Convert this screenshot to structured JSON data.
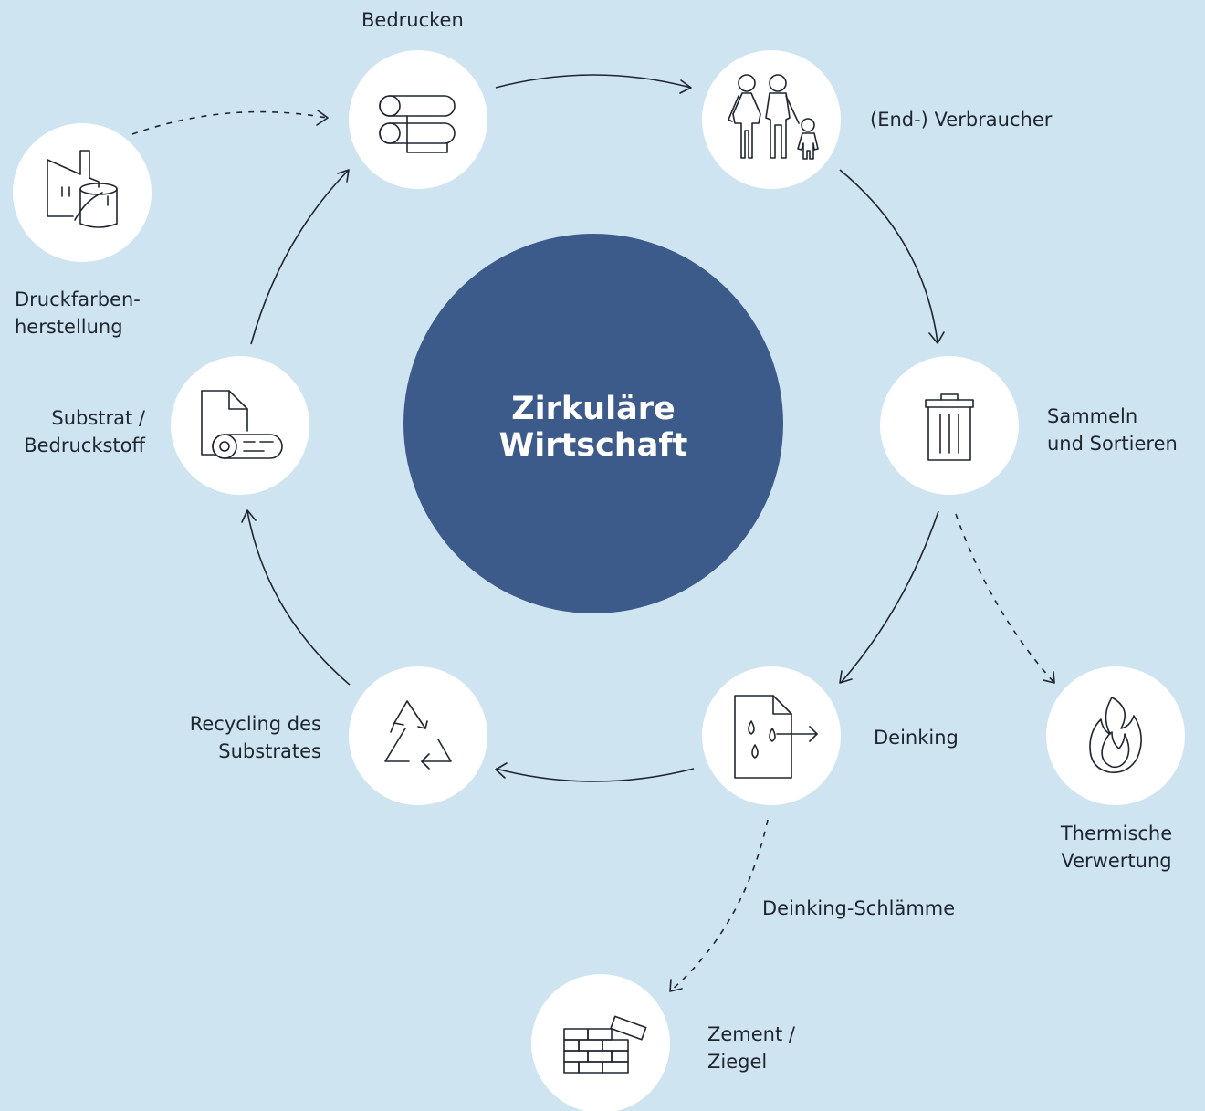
{
  "center": {
    "line1": "Zirkuläre",
    "line2": "Wirtschaft"
  },
  "nodes": {
    "bedrucken": {
      "label": "Bedrucken",
      "icon": "printing-rollers-icon"
    },
    "verbraucher": {
      "label": "(End-) Verbraucher",
      "icon": "family-icon"
    },
    "sammeln": {
      "line1": "Sammeln",
      "line2": "und Sortieren",
      "icon": "trash-bin-icon"
    },
    "deinking": {
      "label": "Deinking",
      "icon": "deinking-document-icon"
    },
    "recycling": {
      "line1": "Recycling des",
      "line2": "Substrates",
      "icon": "recycle-icon"
    },
    "substrat": {
      "line1": "Substrat /",
      "line2": "Bedruckstoff",
      "icon": "paper-roll-icon"
    },
    "druckfarben": {
      "line1": "Druckfarben-",
      "line2": "herstellung",
      "icon": "ink-factory-icon"
    },
    "thermische": {
      "line1": "Thermische",
      "line2": "Verwertung",
      "icon": "flame-icon"
    },
    "zement": {
      "line1": "Zement /",
      "line2": "Ziegel",
      "icon": "bricks-icon"
    }
  },
  "edge_labels": {
    "schlaemme": "Deinking-Schlämme"
  },
  "colors": {
    "background": "#cfe4f1",
    "center": "#3c5a8a",
    "node": "#ffffff",
    "stroke": "#1f2530"
  }
}
